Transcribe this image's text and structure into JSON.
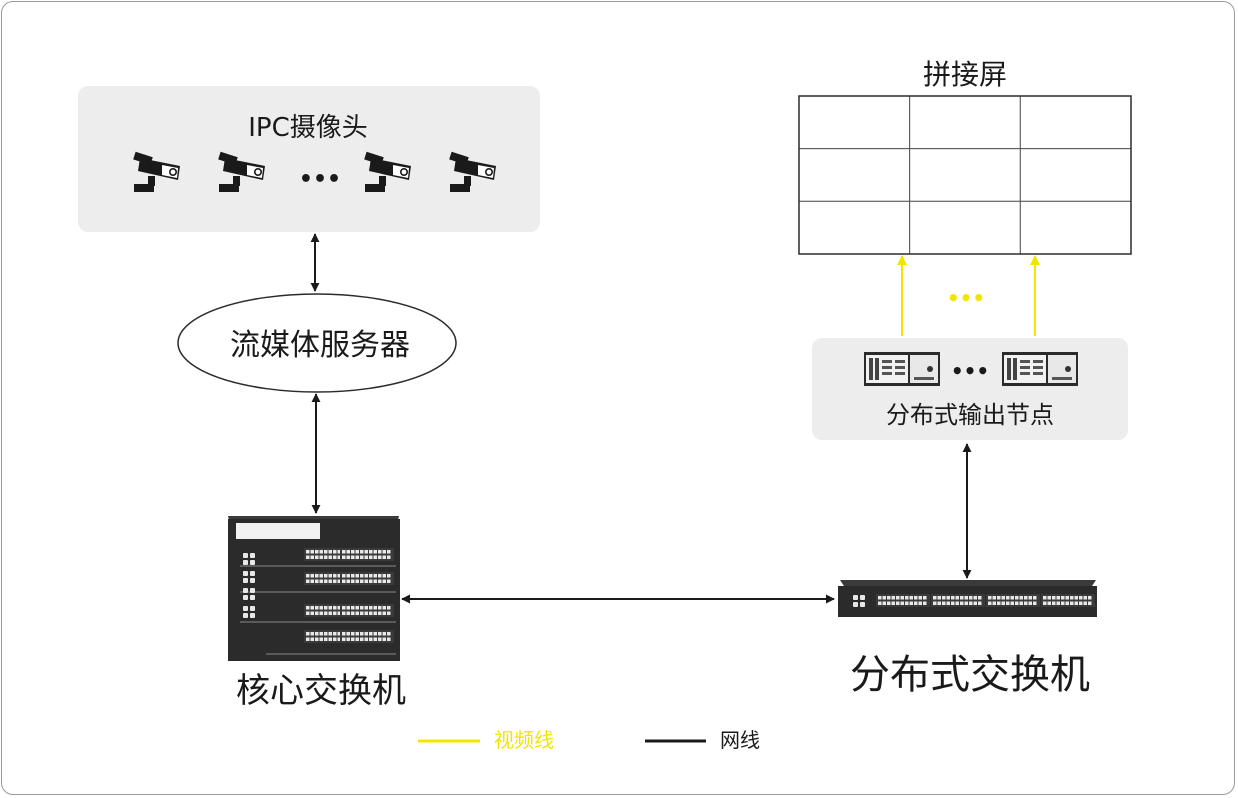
{
  "diagram": {
    "cameras_group": {
      "title": "IPC摄像头",
      "ellipsis": "•••"
    },
    "media_server": {
      "label": "流媒体服务器"
    },
    "core_switch": {
      "label": "核心交换机"
    },
    "distributed_switch": {
      "label": "分布式交换机"
    },
    "output_nodes": {
      "label": "分布式输出节点",
      "ellipsis": "•••"
    },
    "video_wall": {
      "title": "拼接屏",
      "rows": 3,
      "cols": 3,
      "ellipsis": "•••"
    },
    "legend": [
      {
        "label": "视频线",
        "color": "#f2e600"
      },
      {
        "label": "网线",
        "color": "#1a1a1a"
      }
    ]
  }
}
